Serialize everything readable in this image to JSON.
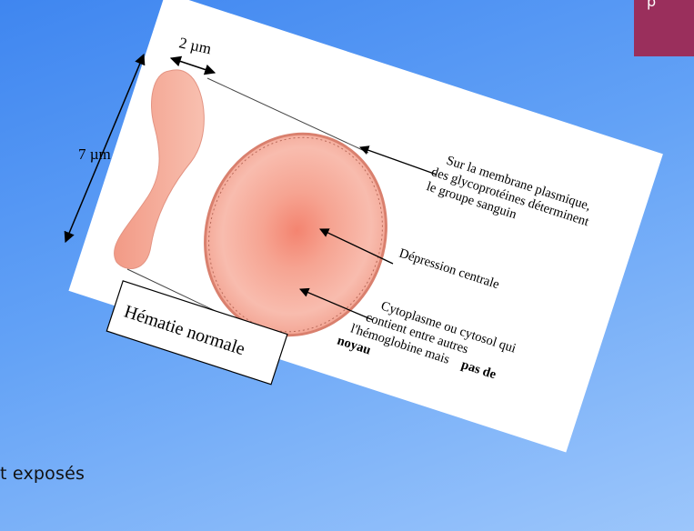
{
  "corner_tab": {
    "label": "p"
  },
  "bottom_text": "t exposés",
  "figure": {
    "width_label": "2 µm",
    "height_label": "7 µm",
    "box_title": "Hématie normale",
    "annotation_membrane": [
      "Sur la membrane plasmique,",
      "des glycoprotéines déterminent",
      "le groupe sanguin"
    ],
    "annotation_depression": "Dépression centrale",
    "annotation_cytoplasm": [
      "Cytoplasme ou cytosol qui",
      "contient entre autres",
      "l'hémoglobine mais"
    ],
    "annotation_cytoplasm_bold_inline": "pas de",
    "annotation_cytoplasm_bold_last": "noyau"
  },
  "colors": {
    "cell_fill": "#f7b0a0",
    "cell_center": "#f48c7a",
    "corner_tab": "#9a2f5c"
  }
}
